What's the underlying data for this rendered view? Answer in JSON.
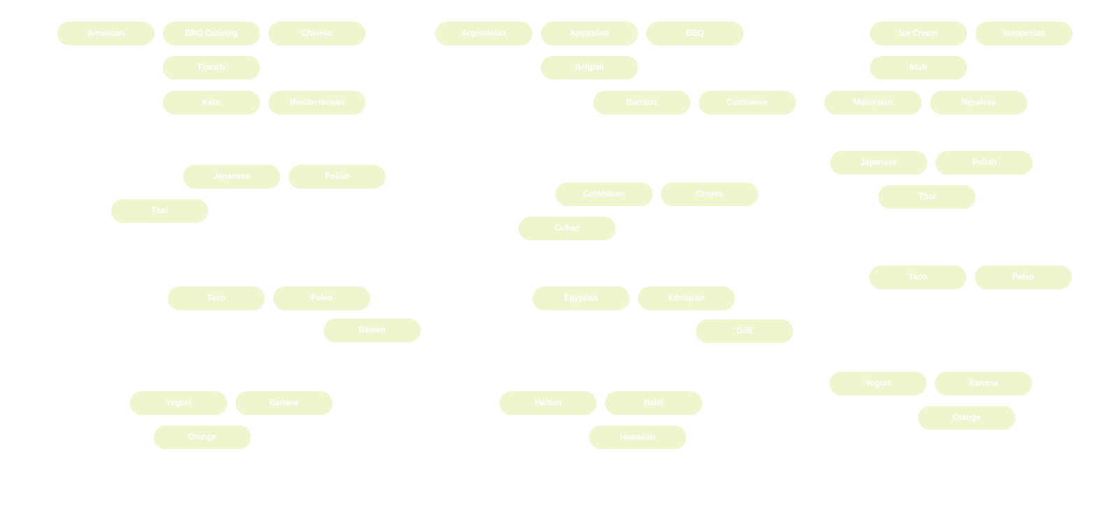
{
  "tags": {
    "american": "American",
    "bbq_catering": "BBQ Catering",
    "chinese": "Chinese",
    "french": "French",
    "keto": "Keto",
    "mediterranean": "Mediterranean",
    "japanese_1": "Japanese",
    "polish_1": "Polish",
    "thai_1": "Thai",
    "taco_1": "Taco",
    "paleo_1": "Paleo",
    "ramen": "Ramen",
    "yogurt_1": "Yogurt",
    "banana_1": "Banana",
    "orange_1": "Orange",
    "argentinian": "Argentinian",
    "australian": "Australian",
    "bbq": "BBQ",
    "belgian": "Belgian",
    "burritos": "Burritos",
    "cantonese": "Cantonese",
    "colombian": "Colombian",
    "crepes": "Crepes",
    "cuban": "Cuban",
    "egyptian": "Egyptian",
    "ethiopian": "Ethiopian",
    "grill": "Grill",
    "haitian": "Haitian",
    "halal": "Halal",
    "hawaiian": "Hawaiian",
    "ice_cream": "Ice Cream",
    "indonesian": "Indonesian",
    "irish": "Irish",
    "malaysian": "Malaysian",
    "nepalese": "Nepalese",
    "japanese_2": "Japanese",
    "polish_2": "Polish",
    "thai_2": "Thai",
    "taco_2": "Taco",
    "paleo_2": "Paleo",
    "yogurt_2": "Yogurt",
    "banana_2": "Banana",
    "orange_2": "Orange"
  },
  "colors": {
    "pill_background": "#eef5cf",
    "pill_text": "#ffffff"
  }
}
